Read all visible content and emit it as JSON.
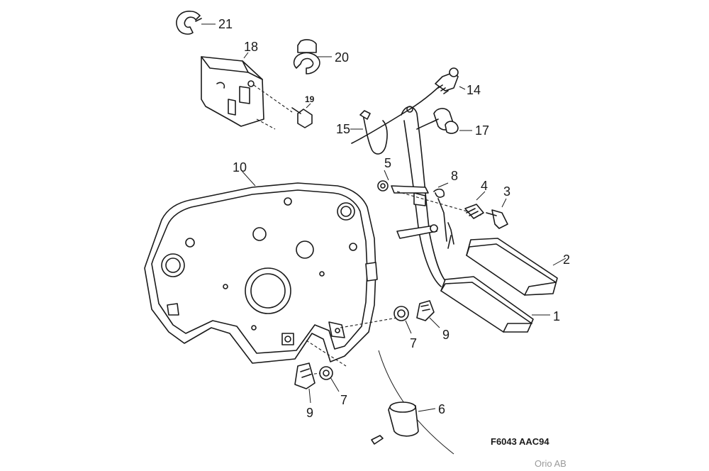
{
  "callouts": [
    {
      "id": "p21",
      "text": "21"
    },
    {
      "id": "p18",
      "text": "18"
    },
    {
      "id": "p20",
      "text": "20"
    },
    {
      "id": "p19",
      "text": "19"
    },
    {
      "id": "p14",
      "text": "14"
    },
    {
      "id": "p15",
      "text": "15"
    },
    {
      "id": "p17",
      "text": "17"
    },
    {
      "id": "p10",
      "text": "10"
    },
    {
      "id": "p5",
      "text": "5"
    },
    {
      "id": "p8",
      "text": "8"
    },
    {
      "id": "p4",
      "text": "4"
    },
    {
      "id": "p3",
      "text": "3"
    },
    {
      "id": "p2",
      "text": "2"
    },
    {
      "id": "p1",
      "text": "1"
    },
    {
      "id": "p7a",
      "text": "7"
    },
    {
      "id": "p9a",
      "text": "9"
    },
    {
      "id": "p7b",
      "text": "7"
    },
    {
      "id": "p9b",
      "text": "9"
    },
    {
      "id": "p6",
      "text": "6"
    }
  ],
  "drawing_code": "F6043 AAC94",
  "credit": "Orio AB",
  "colors": {
    "line": "#1a1a1a",
    "background": "#ffffff",
    "credit": "#9a9a9a"
  }
}
